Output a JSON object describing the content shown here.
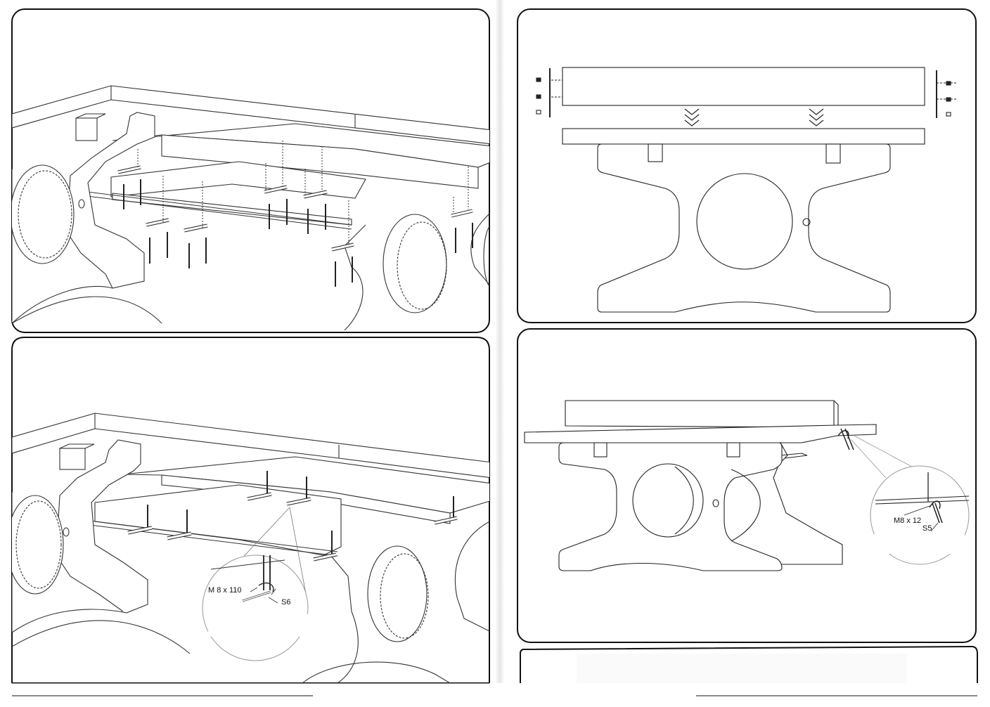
{
  "step3": {
    "bolt_label": "M 8 x 110",
    "tool_label": "S6"
  },
  "step4": {
    "bolt_label": "M8 x 12",
    "tool_label": "S5"
  }
}
